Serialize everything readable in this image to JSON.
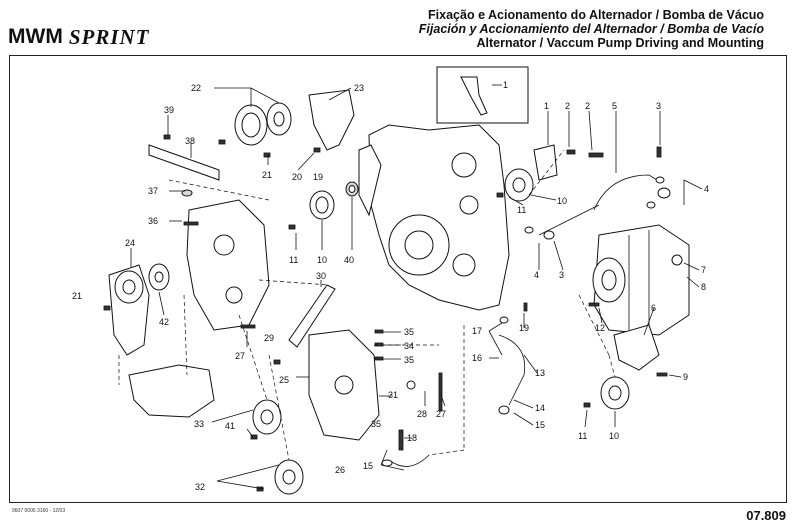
{
  "header": {
    "brand_primary": "MWM",
    "brand_secondary": "SPRINT",
    "title_pt": "Fixação e Acionamento do Alternador / Bomba de Vácuo",
    "title_es": "Fijación y Accionamiento del Alternador / Bomba de Vacío",
    "title_en": "Alternator / Vaccum Pump Driving and Mounting"
  },
  "footer": {
    "doc_ref": "9607 0006 3160 - 12/03",
    "page_code": "07.809"
  },
  "callouts": [
    {
      "id": "c39",
      "text": "39"
    },
    {
      "id": "c38",
      "text": "38"
    },
    {
      "id": "c37",
      "text": "37"
    },
    {
      "id": "c36",
      "text": "36"
    },
    {
      "id": "c22",
      "text": "22"
    },
    {
      "id": "c23",
      "text": "23"
    },
    {
      "id": "c21a",
      "text": "21"
    },
    {
      "id": "c20",
      "text": "20"
    },
    {
      "id": "c19a",
      "text": "19"
    },
    {
      "id": "c11a",
      "text": "11"
    },
    {
      "id": "c10a",
      "text": "10"
    },
    {
      "id": "c40",
      "text": "40"
    },
    {
      "id": "c24",
      "text": "24"
    },
    {
      "id": "c21b",
      "text": "21"
    },
    {
      "id": "c42",
      "text": "42"
    },
    {
      "id": "c27a",
      "text": "27"
    },
    {
      "id": "c30",
      "text": "30"
    },
    {
      "id": "c29",
      "text": "29"
    },
    {
      "id": "c25",
      "text": "25"
    },
    {
      "id": "c35a",
      "text": "35"
    },
    {
      "id": "c34",
      "text": "34"
    },
    {
      "id": "c35b",
      "text": "35"
    },
    {
      "id": "c31",
      "text": "31"
    },
    {
      "id": "c28",
      "text": "28"
    },
    {
      "id": "c27b",
      "text": "27"
    },
    {
      "id": "c35c",
      "text": "35"
    },
    {
      "id": "c33",
      "text": "33"
    },
    {
      "id": "c41",
      "text": "41"
    },
    {
      "id": "c26",
      "text": "26"
    },
    {
      "id": "c32",
      "text": "32"
    },
    {
      "id": "c18",
      "text": "18"
    },
    {
      "id": "c15a",
      "text": "15"
    },
    {
      "id": "c1a",
      "text": "1"
    },
    {
      "id": "c1b",
      "text": "1"
    },
    {
      "id": "c2a",
      "text": "2"
    },
    {
      "id": "c2b",
      "text": "2"
    },
    {
      "id": "c5",
      "text": "5"
    },
    {
      "id": "c3a",
      "text": "3"
    },
    {
      "id": "c4a",
      "text": "4"
    },
    {
      "id": "c11b",
      "text": "11"
    },
    {
      "id": "c10b",
      "text": "10"
    },
    {
      "id": "c4b",
      "text": "4"
    },
    {
      "id": "c3b",
      "text": "3"
    },
    {
      "id": "c7",
      "text": "7"
    },
    {
      "id": "c8",
      "text": "8"
    },
    {
      "id": "c6",
      "text": "6"
    },
    {
      "id": "c12",
      "text": "12"
    },
    {
      "id": "c19b",
      "text": "19"
    },
    {
      "id": "c17",
      "text": "17"
    },
    {
      "id": "c16",
      "text": "16"
    },
    {
      "id": "c13",
      "text": "13"
    },
    {
      "id": "c9",
      "text": "9"
    },
    {
      "id": "c14",
      "text": "14"
    },
    {
      "id": "c15b",
      "text": "15"
    },
    {
      "id": "c11c",
      "text": "11"
    },
    {
      "id": "c10c",
      "text": "10"
    }
  ]
}
